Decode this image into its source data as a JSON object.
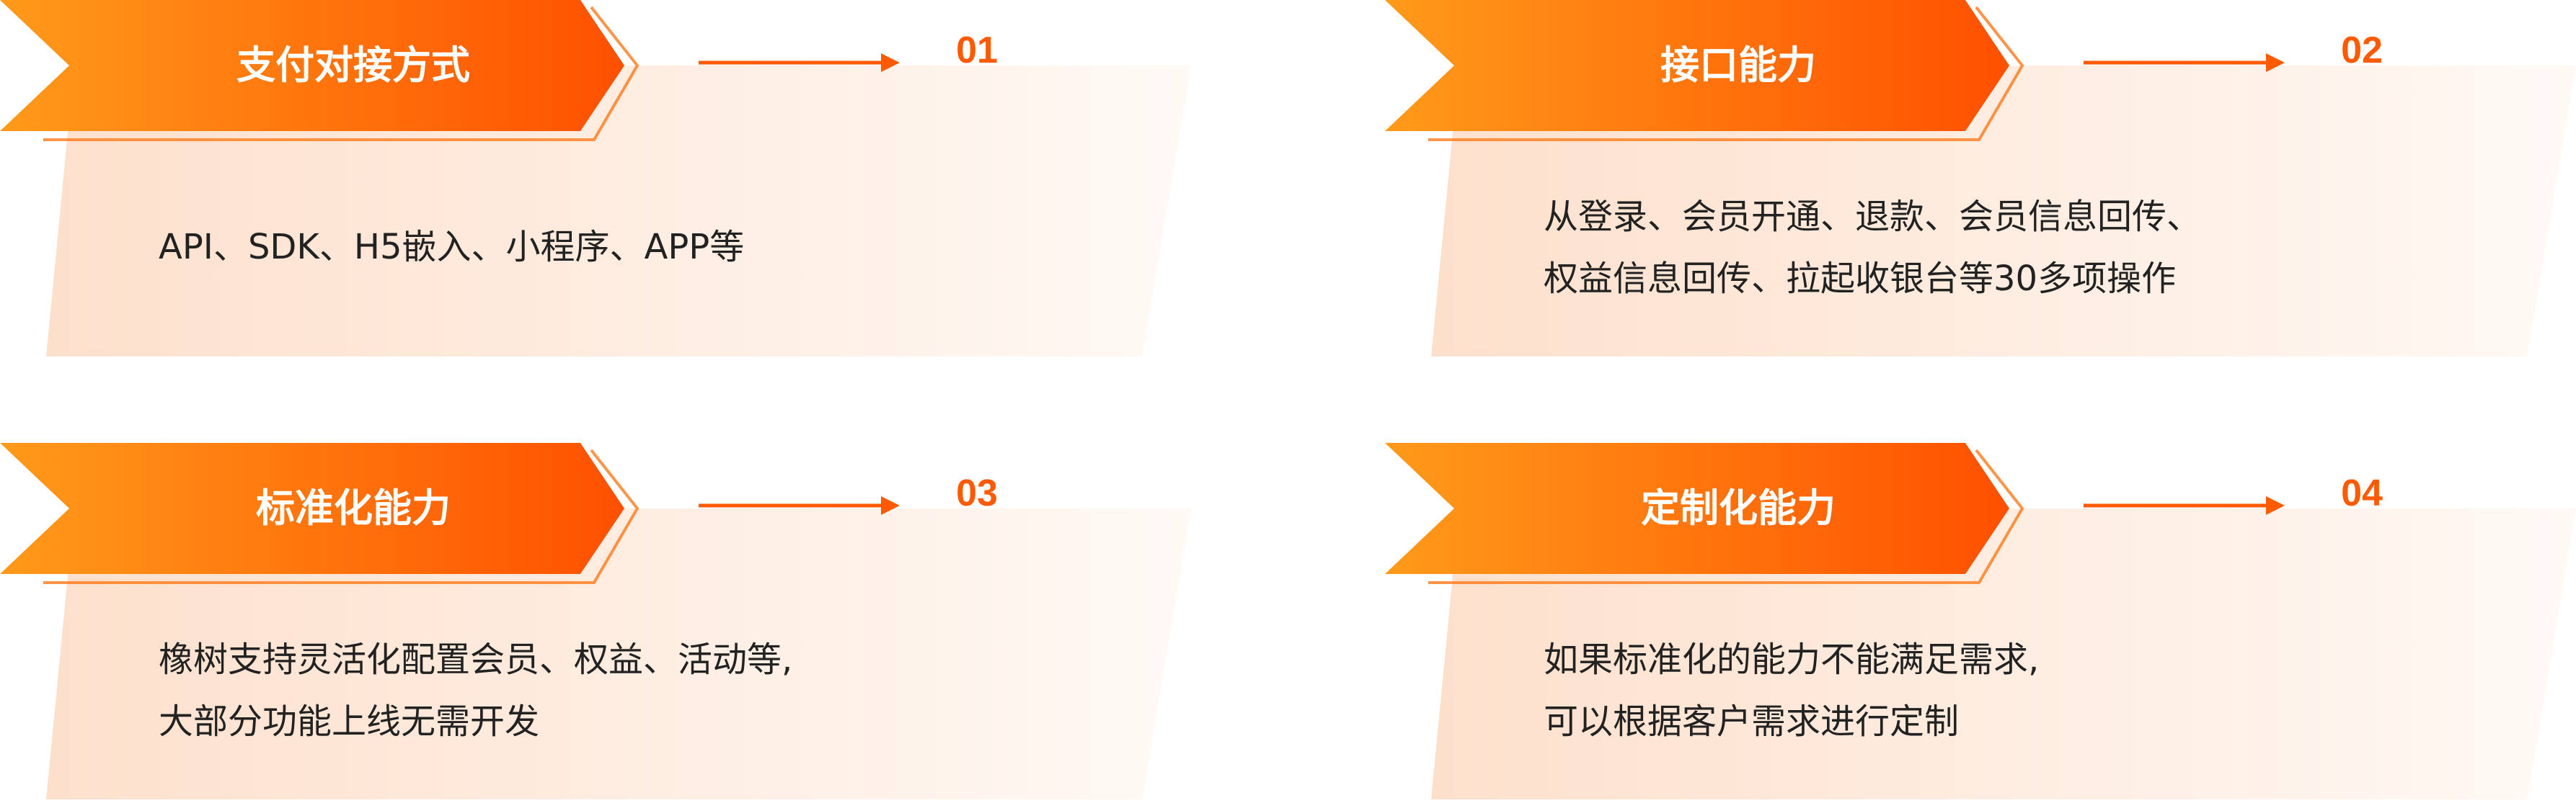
{
  "colors": {
    "accent": "#ff5a00",
    "gradient_start": "#ff9a1a",
    "gradient_end": "#ff5000",
    "panel_start": "#fde0cc",
    "panel_end": "#fff9f5"
  },
  "cards": [
    {
      "title": "支付对接方式",
      "number": "01",
      "lines": [
        "API、SDK、H5嵌入、小程序、APP等"
      ]
    },
    {
      "title": "接口能力",
      "number": "02",
      "lines": [
        "从登录、会员开通、退款、会员信息回传、",
        "权益信息回传、拉起收银台等30多项操作"
      ]
    },
    {
      "title": "标准化能力",
      "number": "03",
      "lines": [
        " 橡树支持灵活化配置会员、权益、活动等,",
        "大部分功能上线无需开发"
      ]
    },
    {
      "title": "定制化能力",
      "number": "04",
      "lines": [
        "如果标准化的能力不能满足需求,",
        "可以根据客户需求进行定制"
      ]
    }
  ]
}
